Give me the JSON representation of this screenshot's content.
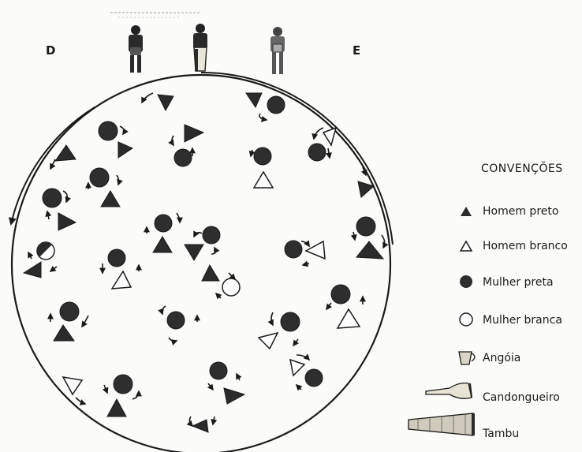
{
  "labels": {
    "left_side": "D",
    "right_side": "E"
  },
  "legend": {
    "title": "CONVENÇÕES",
    "items": [
      {
        "symbol": "black-triangle",
        "text": "Homem preto"
      },
      {
        "symbol": "white-triangle",
        "text": "Homem branco"
      },
      {
        "symbol": "black-circle",
        "text": "Mulher preta"
      },
      {
        "symbol": "white-circle",
        "text": "Mulher branca"
      },
      {
        "symbol": "angoia-drum",
        "text": "Angóia"
      },
      {
        "symbol": "candongueiro-drum",
        "text": "Candongueiro"
      },
      {
        "symbol": "tambu-drum",
        "text": "Tambu"
      }
    ]
  },
  "musicians": [
    {
      "name": "musician-left"
    },
    {
      "name": "musician-center"
    },
    {
      "name": "musician-right"
    }
  ],
  "colors": {
    "ink": "#1a1a1a",
    "paper": "#fbfbf9",
    "dancer_fill": "#2b2b2b"
  }
}
